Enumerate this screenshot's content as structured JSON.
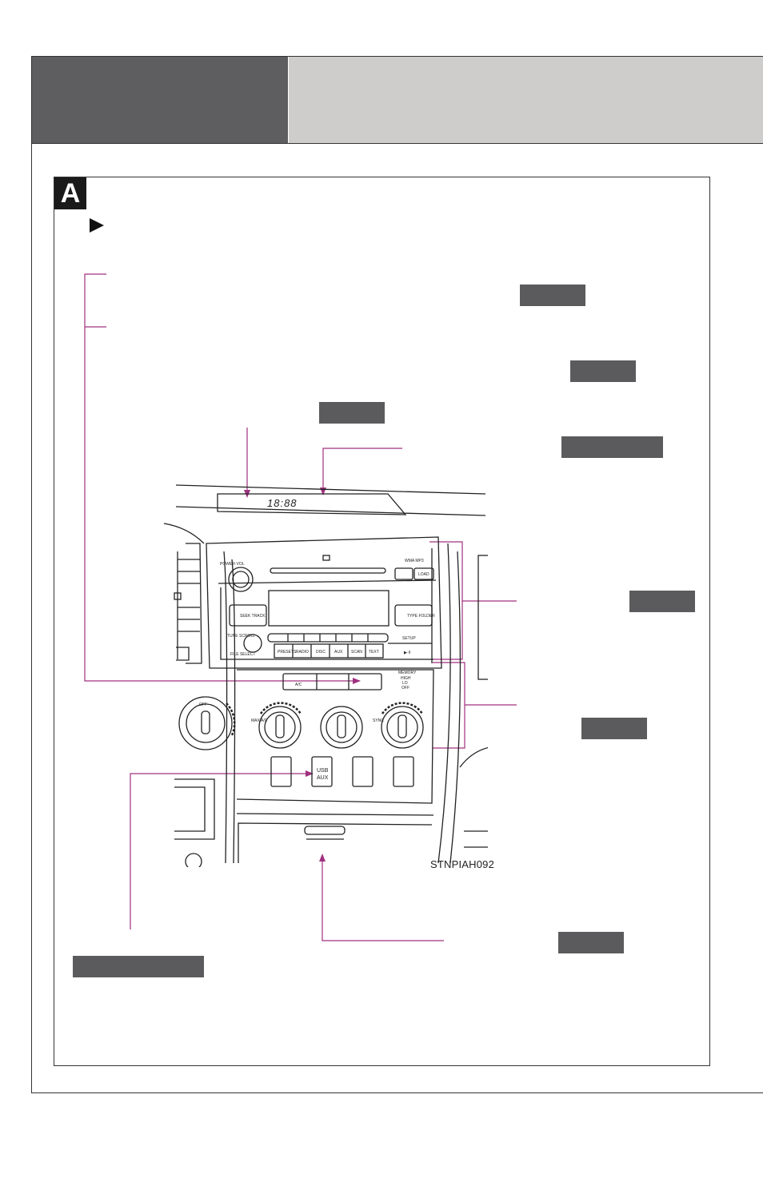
{
  "section_letter": "A",
  "figure_code": "STNPIAH092",
  "dashboard": {
    "clock_display": "18:88",
    "knob_left_label": "POWER·VOL",
    "knob_right_label": "TUNE SCROLL",
    "file_select_label": "FILE SELECT",
    "seek_track_label": "SEEK TRACK",
    "type_folder_label": "TYPE FOLDER",
    "load_label": "LOAD",
    "setup_label": "SETUP",
    "play_pause_label": "▶·II",
    "format_label": "WMA MP3",
    "buttons": [
      "PRESETS",
      "RADIO",
      "DISC",
      "AUX",
      "SCAN",
      "TEXT"
    ],
    "climate": {
      "ac_label": "A/C",
      "dial_labels": [
        "MAX A/C",
        "SYNC"
      ],
      "seat_switch": [
        "MEMORY",
        "HIGH",
        "LO",
        "OFF"
      ],
      "off_label": "OFF",
      "usb_label": "USB",
      "aux_label": "AUX"
    }
  },
  "colors": {
    "header_dark": "#5e5e60",
    "header_light": "#cfcdcb",
    "callout_line": "#a0307f",
    "tag": "#5b5b5d"
  }
}
